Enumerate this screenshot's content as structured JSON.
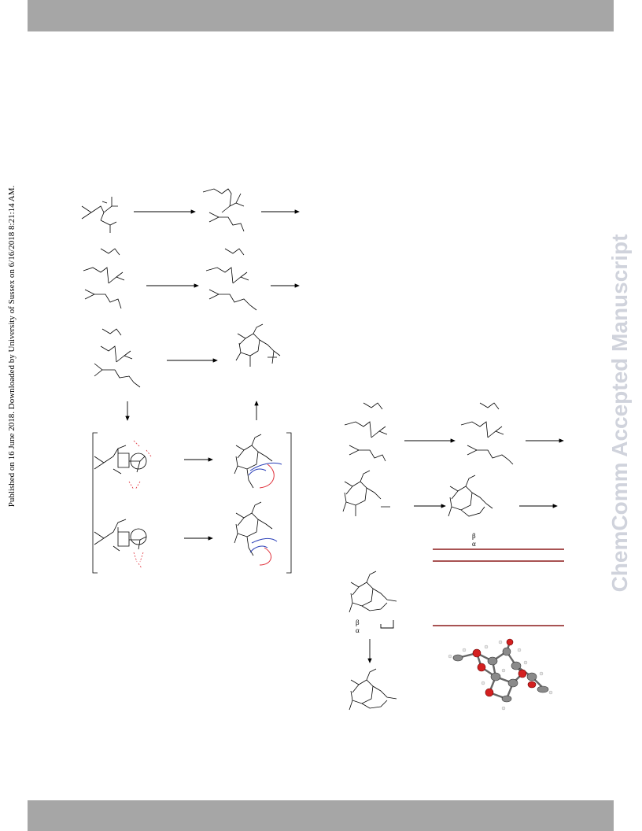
{
  "watermark": "ChemComm Accepted Manuscript",
  "side_note": "Published on 16 June 2018. Downloaded by University of Sussex on 6/16/2018 8:21:14 AM.",
  "greek_labels": {
    "beta_1": "β",
    "alpha_1": "α",
    "beta_2": "β",
    "alpha_2": "α"
  },
  "colors": {
    "band": "#a6a6a6",
    "watermark": "#d0d3dc",
    "rule": "#8b1a1a",
    "red_arrow": "#e0303a",
    "blue_arrow": "#2a3fb8"
  }
}
